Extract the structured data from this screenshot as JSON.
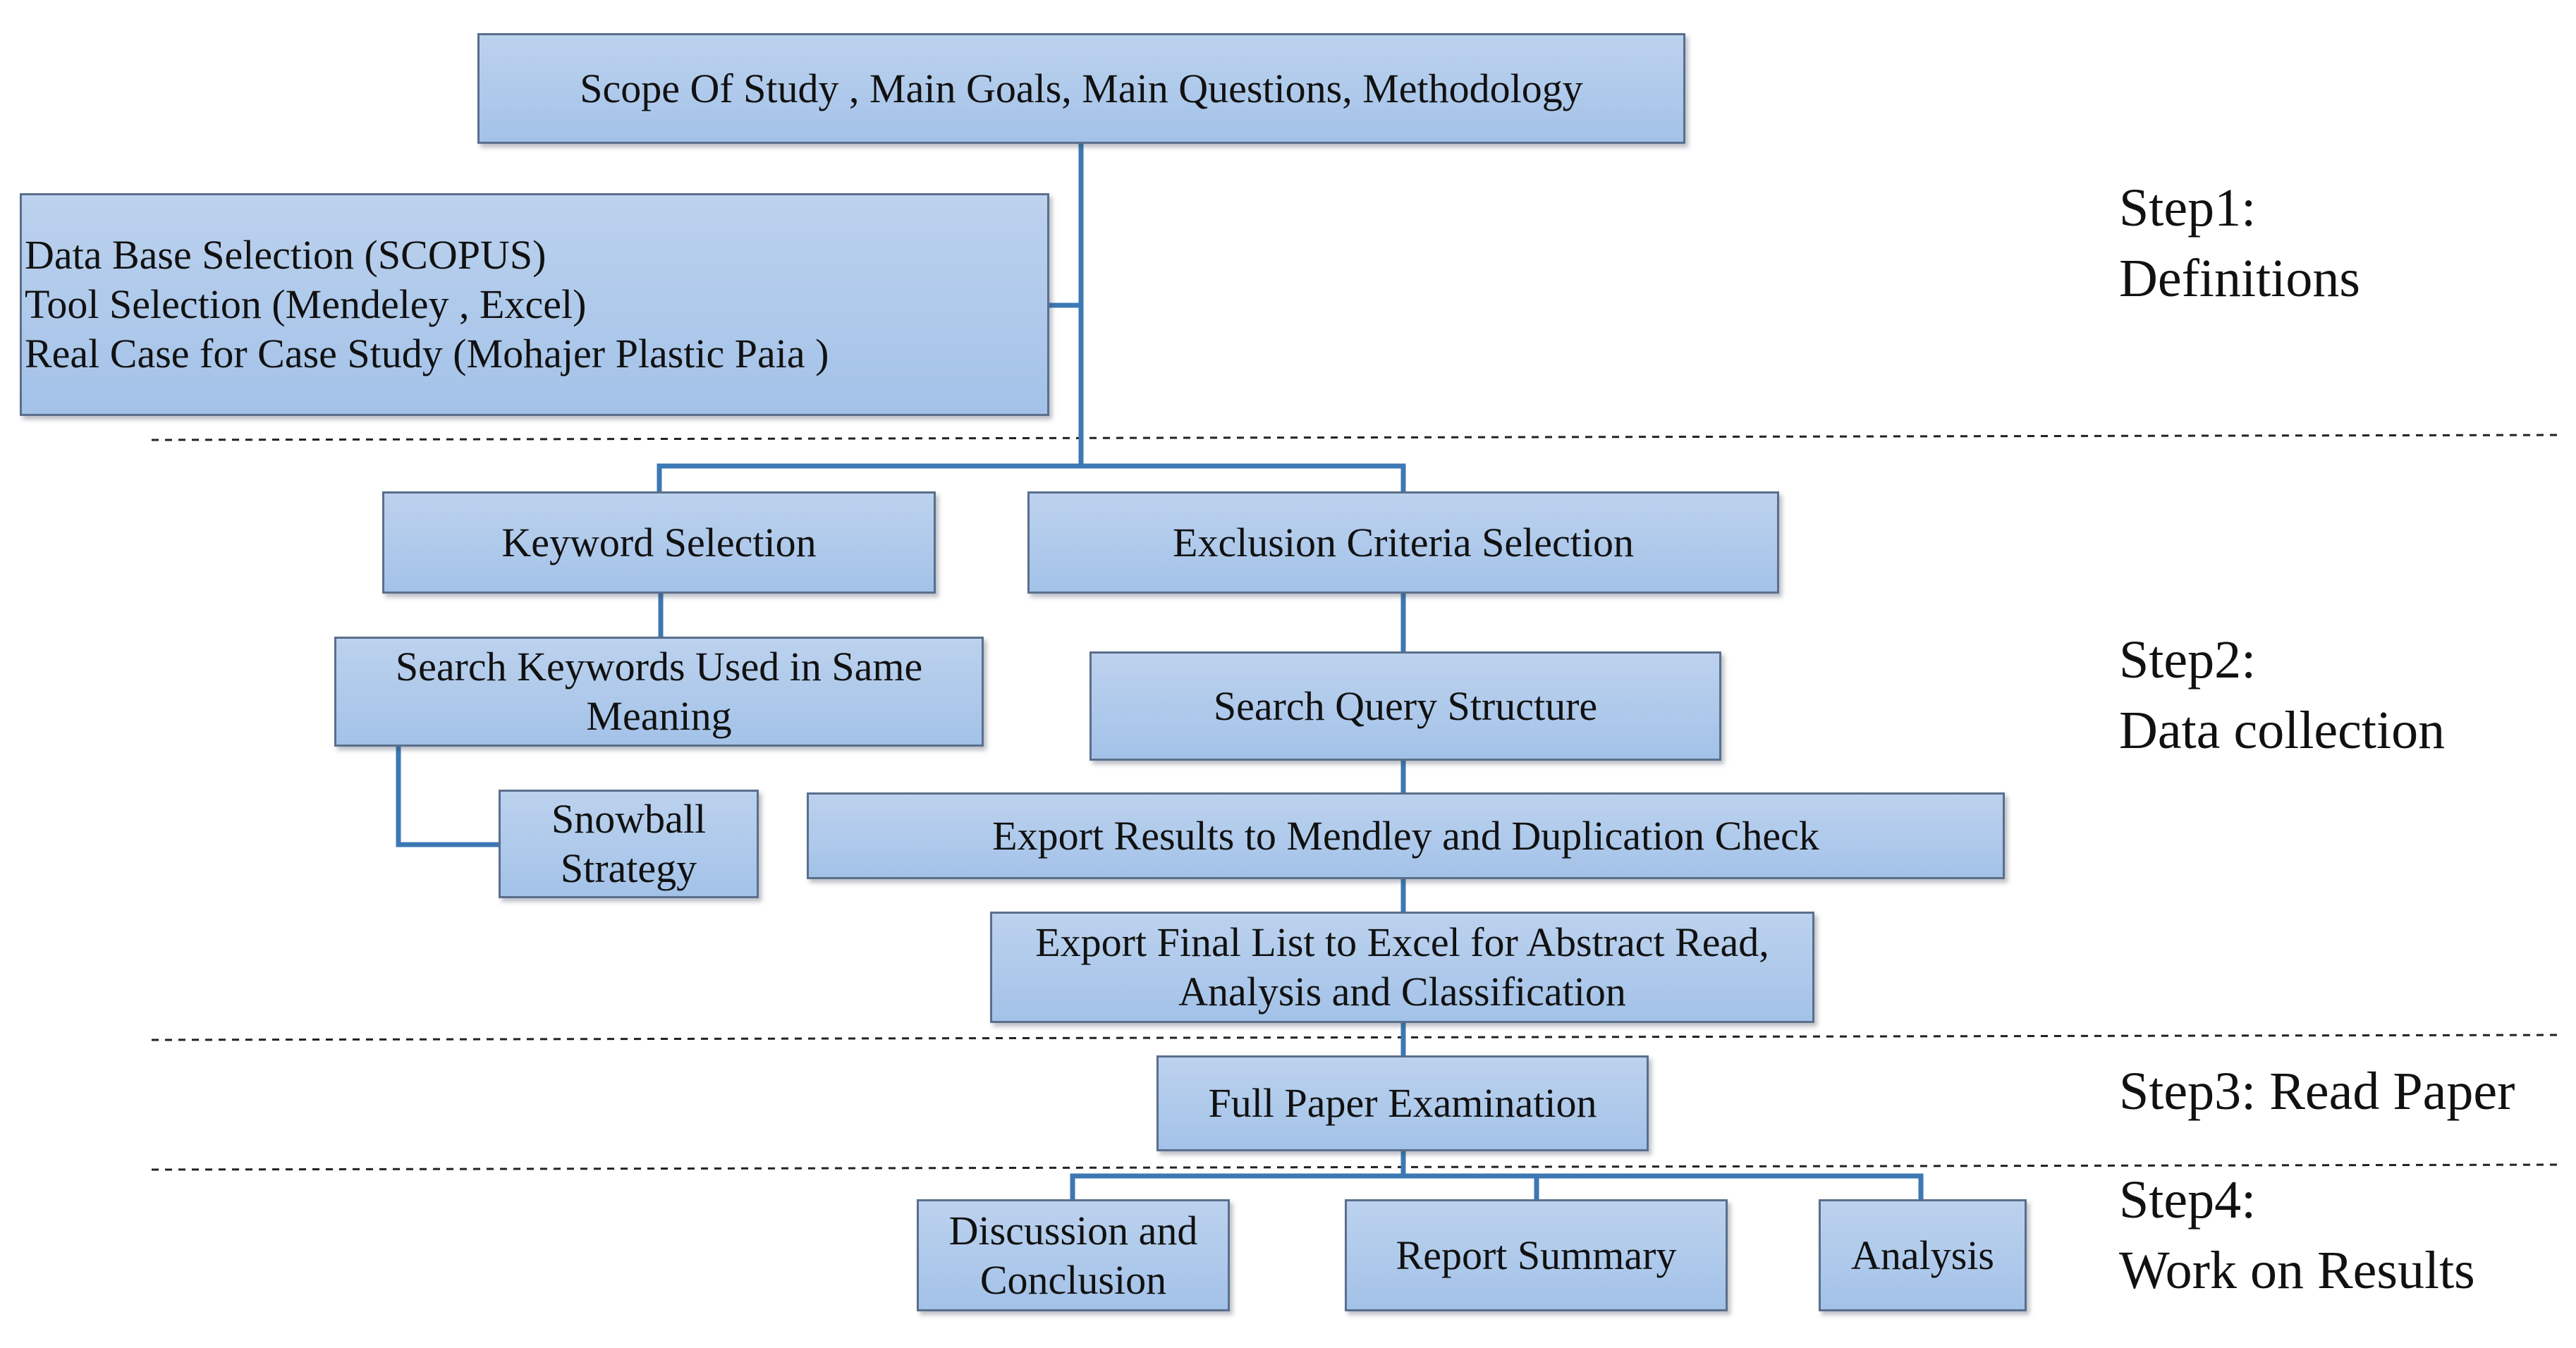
{
  "boxes": {
    "scope": {
      "lines": [
        "Scope Of Study , Main Goals, Main Questions, Methodology"
      ]
    },
    "selection": {
      "lines": [
        "Data Base Selection (SCOPUS)",
        "Tool Selection (Mendeley , Excel)",
        "Real Case for Case Study (Mohajer Plastic Paia )"
      ]
    },
    "keyword": {
      "lines": [
        "Keyword Selection"
      ]
    },
    "exclusion": {
      "lines": [
        "Exclusion Criteria Selection"
      ]
    },
    "search_keywords": {
      "lines": [
        "Search Keywords Used in Same",
        "Meaning"
      ]
    },
    "query": {
      "lines": [
        "Search Query Structure"
      ]
    },
    "snowball": {
      "lines": [
        "Snowball",
        "Strategy"
      ]
    },
    "export_mendley": {
      "lines": [
        "Export Results to Mendley and Duplication Check"
      ]
    },
    "export_excel": {
      "lines": [
        "Export Final List to Excel for Abstract Read,",
        "Analysis and Classification"
      ]
    },
    "full_paper": {
      "lines": [
        "Full Paper Examination"
      ]
    },
    "discussion": {
      "lines": [
        "Discussion and",
        "Conclusion"
      ]
    },
    "report": {
      "lines": [
        "Report Summary"
      ]
    },
    "analysis": {
      "lines": [
        "Analysis"
      ]
    }
  },
  "steps": {
    "step1": {
      "lines": [
        "Step1:",
        "Definitions"
      ]
    },
    "step2": {
      "lines": [
        "Step2:",
        "Data collection"
      ]
    },
    "step3": {
      "lines": [
        "Step3: Read Paper"
      ]
    },
    "step4": {
      "lines": [
        "Step4:",
        "Work on Results"
      ]
    }
  },
  "colors": {
    "box_fill": "#a9c6ea",
    "box_border": "#5a6f8c",
    "connector": "#3c78b4",
    "divider": "#222222"
  }
}
